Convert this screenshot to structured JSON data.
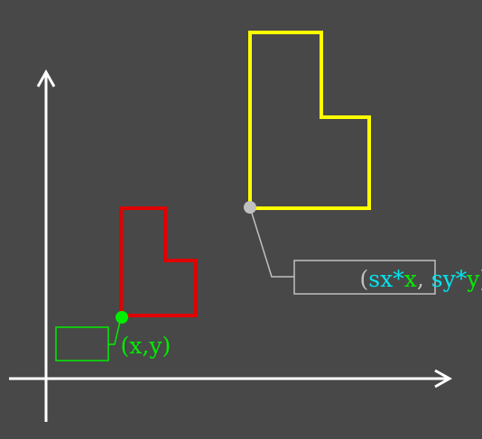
{
  "colors": {
    "background": "#484848",
    "axes": "#ffffff",
    "original_shape": "#e00000",
    "scaled_shape": "#ffff00",
    "original_point": "#00ee00",
    "scaled_point": "#c0c0c0",
    "x_component": "#00ee00",
    "y_component": "#00ee00",
    "scale_factor": "#00e5ee",
    "punctuation_scaled": "#c0c0c0"
  },
  "original_point_label": {
    "open": "(",
    "x": "x",
    "comma": ",",
    "y": "y",
    "close": ")"
  },
  "scaled_point_label": {
    "open": "(",
    "sx_part": "sx*",
    "x": "x",
    "comma": ", ",
    "sy_part": "sy*",
    "y": "y",
    "close": ")"
  }
}
